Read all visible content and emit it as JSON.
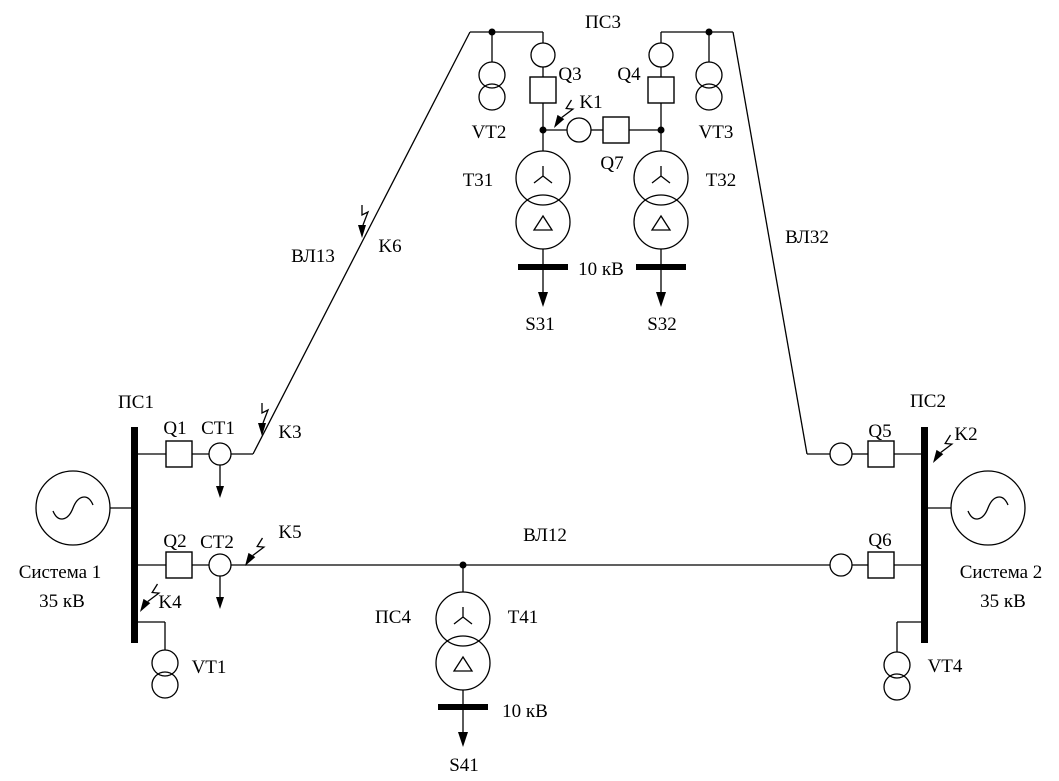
{
  "colors": {
    "stroke": "#000000",
    "background": "#ffffff"
  },
  "substations": {
    "ps1": "ПС1",
    "ps2": "ПС2",
    "ps3": "ПС3",
    "ps4": "ПС4"
  },
  "systems": {
    "system1": {
      "name": "Система 1",
      "voltage": "35 кВ"
    },
    "system2": {
      "name": "Система 2",
      "voltage": "35 кВ"
    }
  },
  "breakers": {
    "q1": "Q1",
    "q2": "Q2",
    "q3": "Q3",
    "q4": "Q4",
    "q5": "Q5",
    "q6": "Q6",
    "q7": "Q7"
  },
  "current_transformers": {
    "ct1": "CT1",
    "ct2": "CT2"
  },
  "voltage_transformers": {
    "vt1": "VT1",
    "vt2": "VT2",
    "vt3": "VT3",
    "vt4": "VT4"
  },
  "transformers": {
    "t31": "T31",
    "t32": "T32",
    "t41": "T41"
  },
  "transmission_lines": {
    "vl12": "ВЛ12",
    "vl13": "ВЛ13",
    "vl32": "ВЛ32"
  },
  "fault_points": {
    "k1": "K1",
    "k2": "K2",
    "k3": "K3",
    "k4": "K4",
    "k5": "K5",
    "k6": "K6"
  },
  "loads": {
    "s31": "S31",
    "s32": "S32",
    "s41": "S41"
  },
  "bus_voltages": {
    "ps3_lv": "10 кВ",
    "ps4_lv": "10 кВ"
  }
}
